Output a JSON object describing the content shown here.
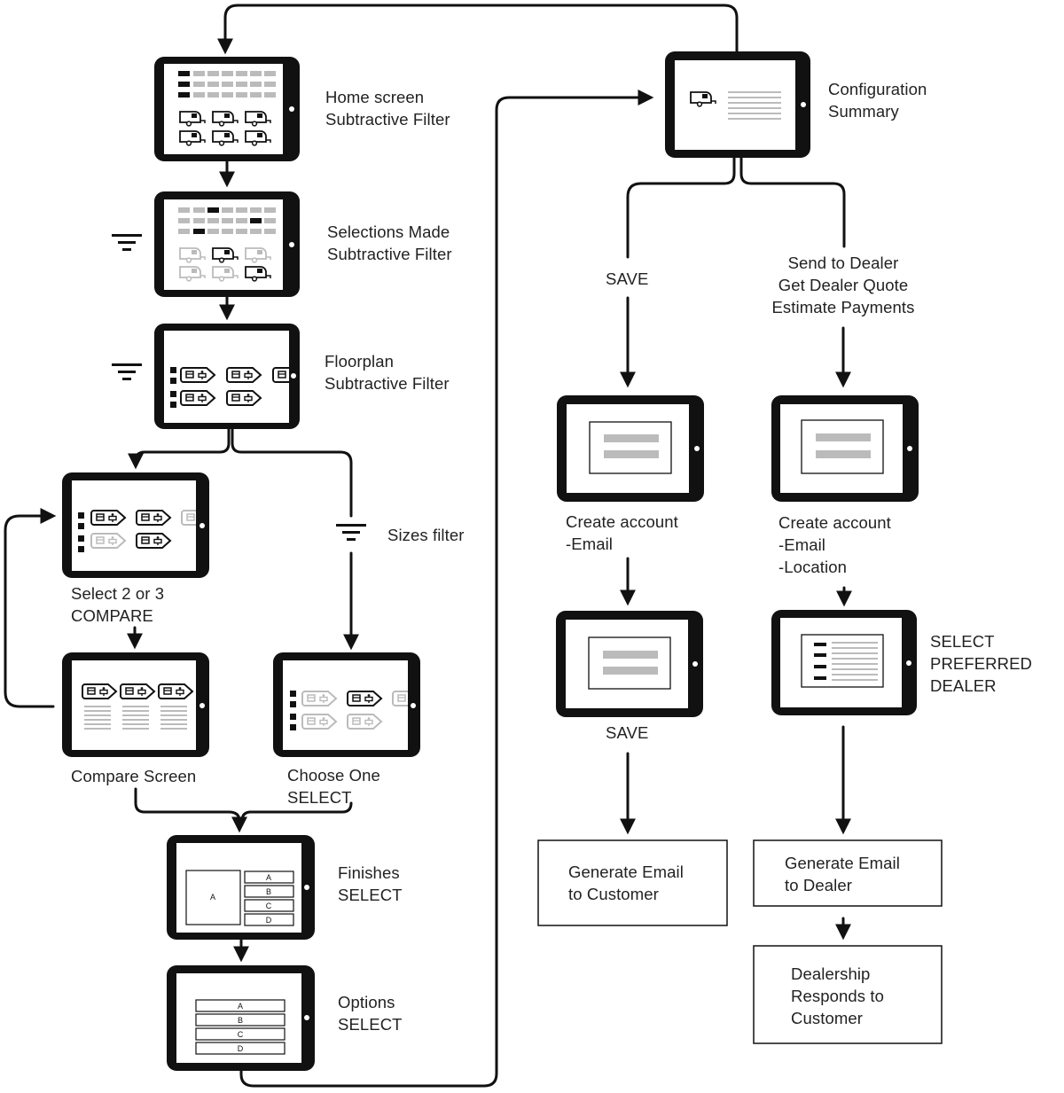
{
  "colors": {
    "ink": "#111111",
    "gray": "#bbbbbb",
    "text": "#222222"
  },
  "labels": {
    "home": "Home screen\nSubtractive Filter",
    "selections": "Selections Made\nSubtractive Filter",
    "floorplan": "Floorplan\nSubtractive Filter",
    "sizes": "Sizes filter",
    "compare_select": "Select 2 or 3\nCOMPARE",
    "compare_screen": "Compare Screen",
    "choose_one": "Choose One\nSELECT",
    "finishes": "Finishes\nSELECT",
    "options": "Options\nSELECT",
    "config": "Configuration\nSummary",
    "save_top": "SAVE",
    "send_dealer": "Send to Dealer\nGet Dealer Quote\nEstimate Payments",
    "create_email": "Create account\n-Email",
    "create_location": "Create account\n-Email\n-Location",
    "save_bottom": "SAVE",
    "select_dealer": "SELECT\nPREFERRED\nDEALER",
    "gen_customer": "Generate Email\nto Customer",
    "gen_dealer": "Generate Email\nto Dealer",
    "dealership": "Dealership\nResponds to\nCustomer"
  },
  "finishes_letters": [
    "A",
    "B",
    "C",
    "D"
  ],
  "finishes_main": "A",
  "options_letters": [
    "A",
    "B",
    "C",
    "D"
  ]
}
